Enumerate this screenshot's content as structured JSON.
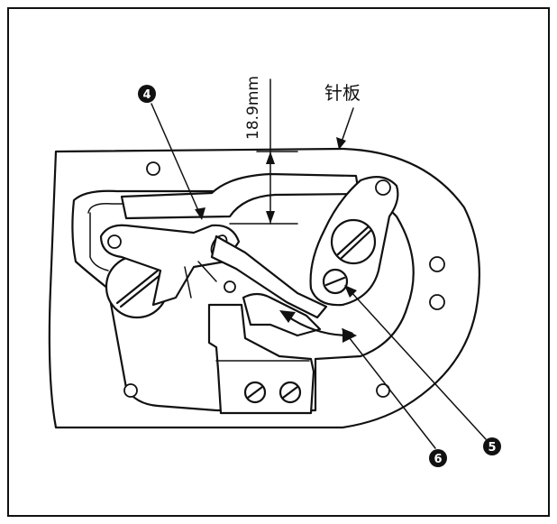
{
  "diagram": {
    "dimension_label": "18.9mm",
    "needle_plate_label": "针板",
    "callouts": [
      "4",
      "5",
      "6"
    ]
  }
}
